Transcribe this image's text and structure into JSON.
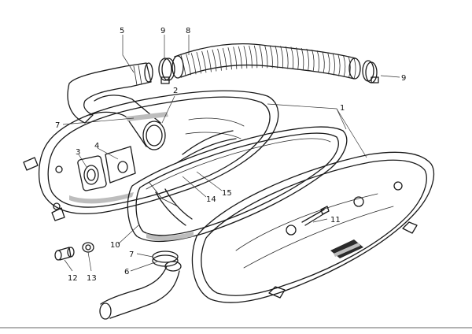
{
  "callouts": [
    {
      "id": "c1",
      "label": "1"
    },
    {
      "id": "c2",
      "label": "2"
    },
    {
      "id": "c3",
      "label": "3"
    },
    {
      "id": "c4",
      "label": "4"
    },
    {
      "id": "c5",
      "label": "5"
    },
    {
      "id": "c6",
      "label": "6"
    },
    {
      "id": "c7a",
      "label": "7"
    },
    {
      "id": "c7b",
      "label": "7"
    },
    {
      "id": "c8",
      "label": "8"
    },
    {
      "id": "c9a",
      "label": "9"
    },
    {
      "id": "c9b",
      "label": "9"
    },
    {
      "id": "c10",
      "label": "10"
    },
    {
      "id": "c11",
      "label": "11"
    },
    {
      "id": "c12",
      "label": "12"
    },
    {
      "id": "c13",
      "label": "13"
    },
    {
      "id": "c14",
      "label": "14"
    },
    {
      "id": "c15",
      "label": "15"
    }
  ]
}
